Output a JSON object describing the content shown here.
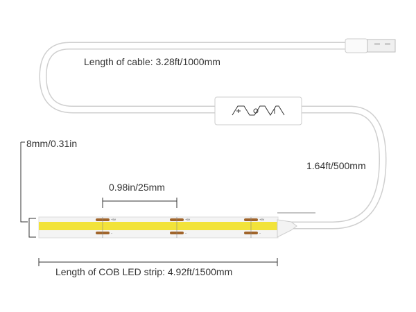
{
  "labels": {
    "cable_length": "Length of cable: 3.28ft/1000mm",
    "width": "8mm/0.31in",
    "controller_length": "1.64ft/500mm",
    "cut_interval": "0.98in/25mm",
    "strip_length": "Length of COB LED strip: 4.92ft/1500mm"
  },
  "pads": {
    "positive": "+5V",
    "negative": "−"
  },
  "controller_symbols": [
    "+",
    "power",
    "−"
  ],
  "colors": {
    "led": "#f2e33a",
    "pad": "#a0642a",
    "cable": "#ffffff"
  }
}
